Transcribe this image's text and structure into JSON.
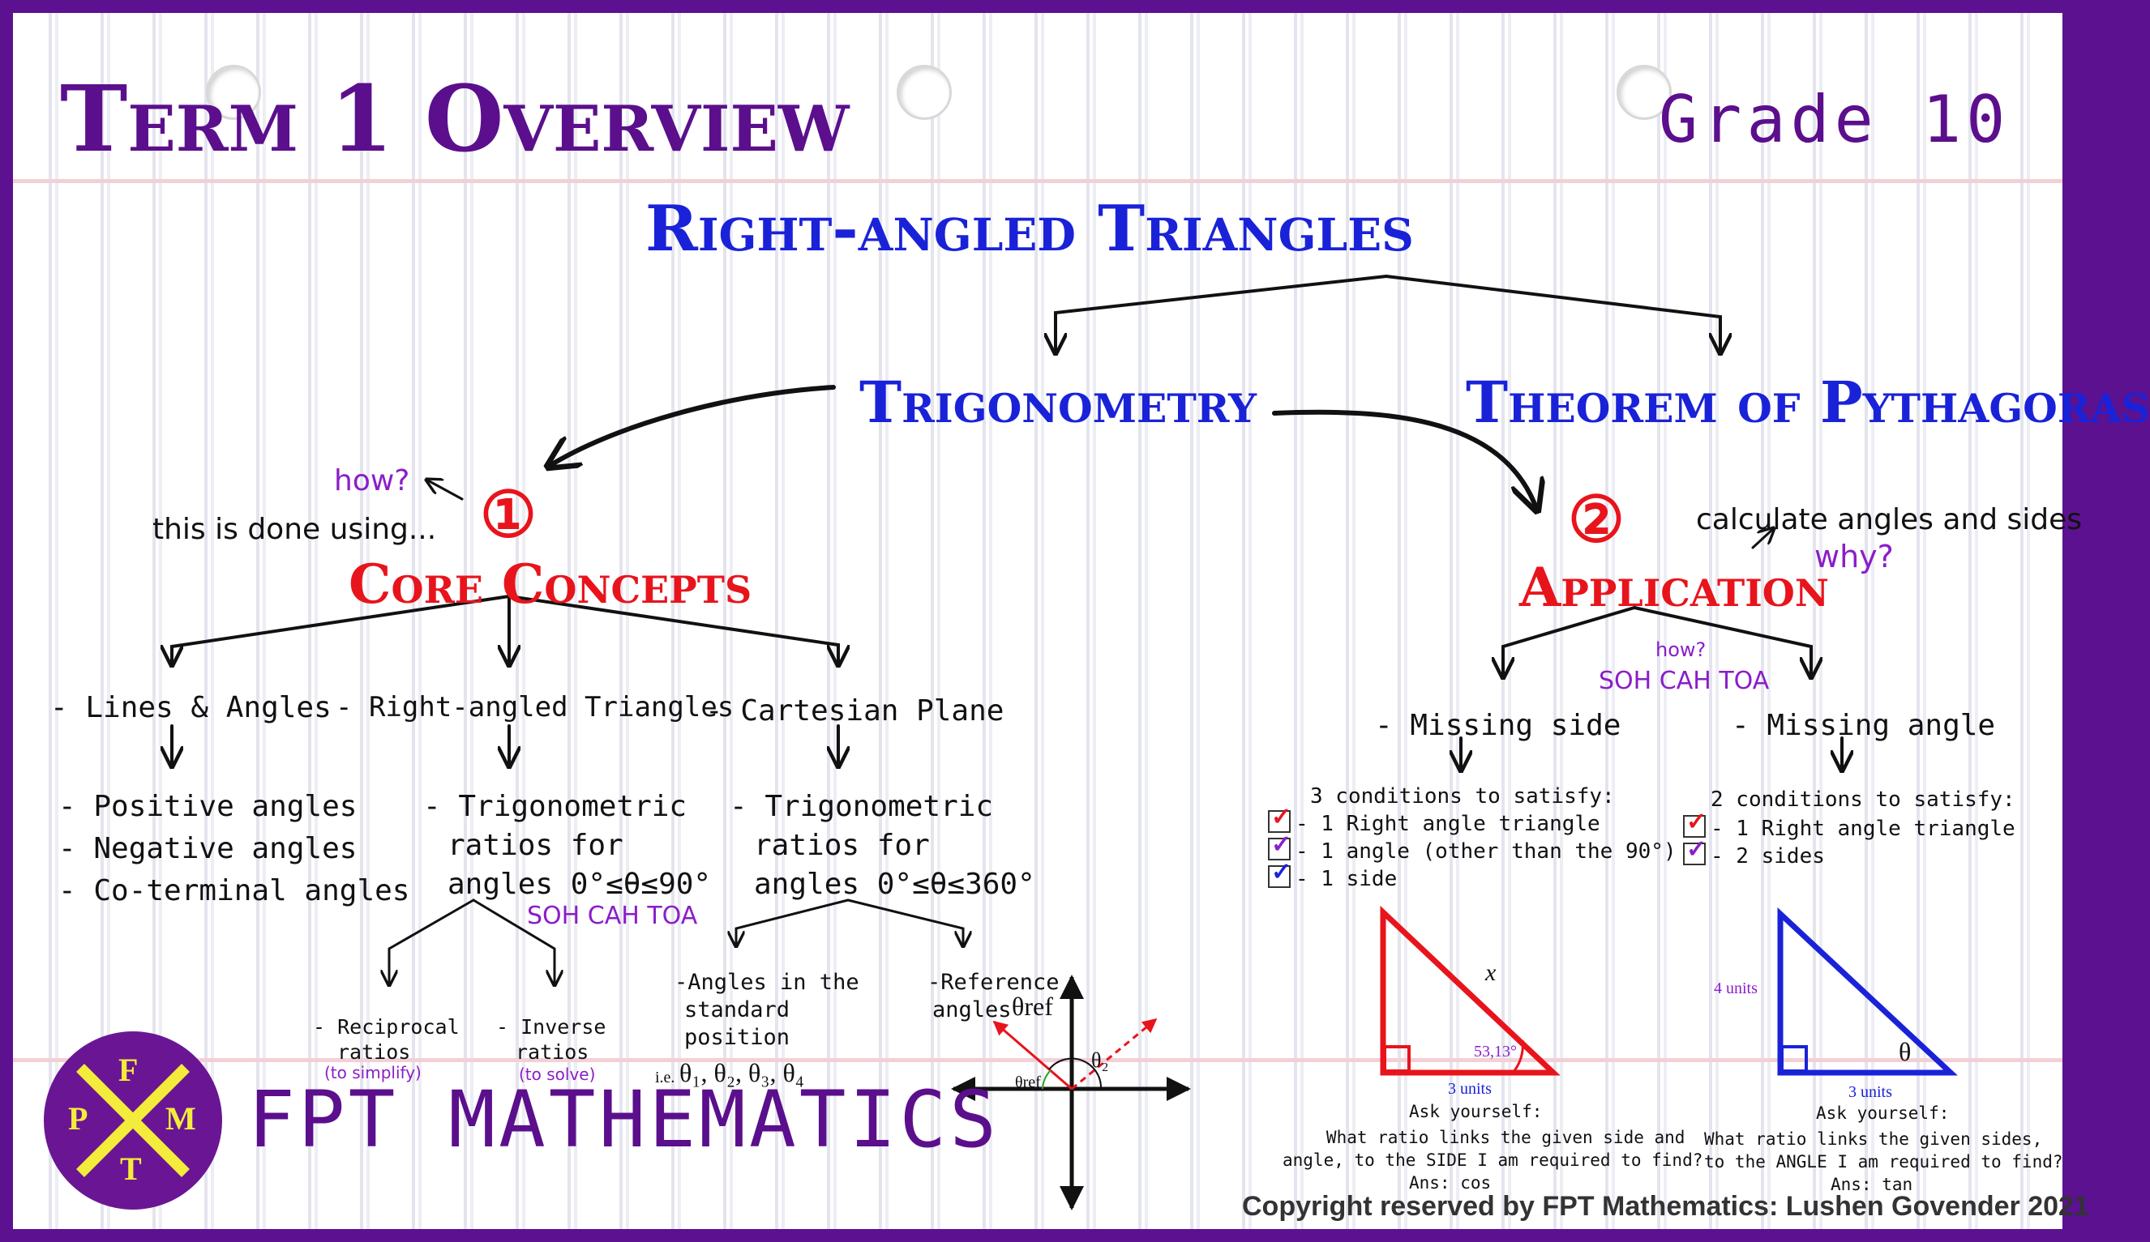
{
  "header": {
    "title": "Term 1 Overview",
    "grade": "Grade 10",
    "main_topic": "Right-angled Triangles"
  },
  "branches": {
    "trigonometry": "Trigonometry",
    "pythagoras": "Theorem of Pythagoras"
  },
  "core": {
    "number": "①",
    "title": "Core Concepts",
    "how": "how?",
    "done_using": "this is done using...",
    "col1_heading": "- Lines & Angles",
    "col1_items": [
      "- Positive angles",
      "- Negative angles",
      "- Co-terminal angles"
    ],
    "col2_heading": "- Right-angled Triangles",
    "col2_lines": [
      "- Trigonometric",
      "ratios for",
      "angles 0°≤θ≤90°"
    ],
    "col2_note": "SOH CAH TOA",
    "col2_sub1": [
      "- Reciprocal",
      "ratios"
    ],
    "col2_sub1_note": "(to simplify)",
    "col2_sub2": [
      "- Inverse",
      "ratios"
    ],
    "col2_sub2_note": "(to solve)",
    "col3_heading": "- Cartesian Plane",
    "col3_lines": [
      "- Trigonometric",
      "ratios for",
      "angles 0°≤θ≤360°"
    ],
    "col3_sub1": [
      "-Angles in the",
      "standard",
      "position"
    ],
    "col3_sub1_ie": "i.e.",
    "col3_sub1_thetas": "θ₁, θ₂, θ₃, θ₄",
    "col3_sub2": [
      "-Reference",
      "angles"
    ],
    "col3_sub2_theta": "θref",
    "diagram_theta2": "θ₂",
    "diagram_thetaref": "θref"
  },
  "application": {
    "number": "②",
    "title": "Application",
    "calc": "calculate angles and sides",
    "why": "why?",
    "how": "how?",
    "soh": "SOH CAH TOA",
    "side": {
      "heading": "- Missing side",
      "conditions_title": "3 conditions to satisfy:",
      "conditions": [
        "- 1 Right angle triangle",
        "- 1 angle (other than the 90°)",
        "- 1 side"
      ],
      "hyp_label": "x",
      "angle_label": "53,13°",
      "base_label": "3 units",
      "ask": "Ask yourself:",
      "question": [
        "What ratio links the given side and",
        "angle, to the SIDE I am required to find?"
      ],
      "answer": "Ans: cos"
    },
    "angle": {
      "heading": "- Missing angle",
      "conditions_title": "2 conditions to satisfy:",
      "conditions": [
        "- 1 Right angle triangle",
        "- 2 sides"
      ],
      "height_label": "4 units",
      "angle_label": "θ",
      "base_label": "3 units",
      "ask": "Ask yourself:",
      "question": [
        "What ratio links the given sides,",
        "to the ANGLE I am required to find?"
      ],
      "answer": "Ans: tan"
    }
  },
  "footer": {
    "logo_letters": [
      "F",
      "P",
      "M",
      "T"
    ],
    "brand": "FPT MATHEMATICS",
    "copyright": "Copyright reserved by FPT Mathematics: Lushen Govender 2021"
  },
  "colors": {
    "border": "#5b1190",
    "title_purple": "#5b0f8c",
    "blue": "#1a22d8",
    "red": "#e8141c",
    "accent_purple": "#8a1ec8",
    "logo_yellow": "#f4ec3a"
  }
}
